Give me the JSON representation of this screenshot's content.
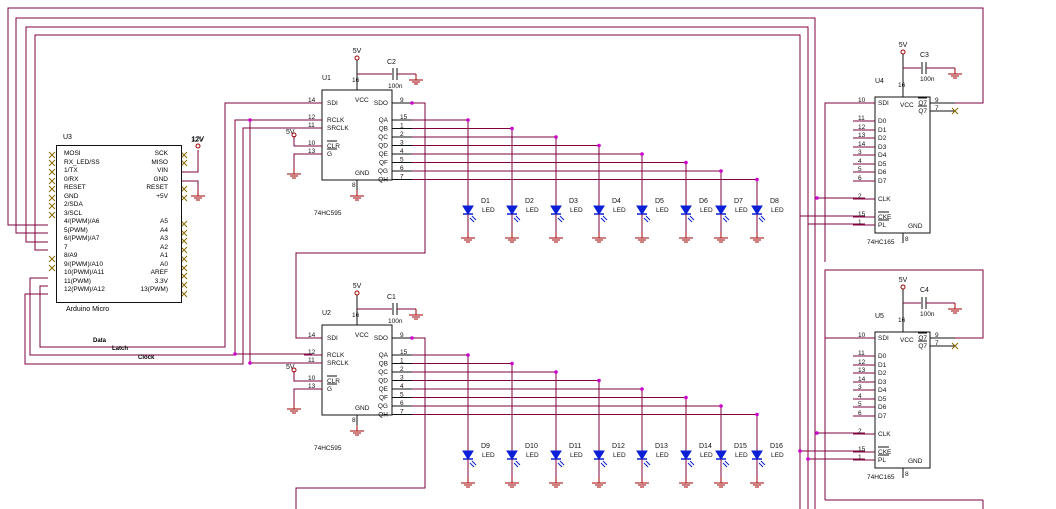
{
  "u3": {
    "ref": "U3",
    "name": "Arduino Micro",
    "left_pins": [
      "MOSI",
      "RX_LED/SS",
      "1/TX",
      "0/RX",
      "RESET",
      "GND",
      "2/SDA",
      "3/SCL",
      "4/(PWM)/A6",
      "5(PWM)",
      "6/(PWM)/A7",
      "7",
      "8/A9",
      "9/(PWM)/A10",
      "10(PWM)/A11",
      "11(PWM)",
      "12(PWM)/A12"
    ],
    "right_pins": [
      "SCK",
      "MISO",
      "VIN",
      "GND",
      "RESET",
      "+5V",
      "",
      "",
      "A5",
      "A4",
      "A3",
      "A2",
      "A1",
      "A0",
      "AREF",
      "3.3V",
      "13(PWM)"
    ],
    "supply": "12V"
  },
  "nets": {
    "data": "Data",
    "latch": "Latch",
    "clock": "Clock",
    "v5": "5V"
  },
  "hc595": [
    {
      "ref": "U1",
      "name": "74HC595",
      "cap": "C2",
      "cap_value": "100n"
    },
    {
      "ref": "U2",
      "name": "74HC595",
      "cap": "C1",
      "cap_value": "100n"
    }
  ],
  "hc595_pins": {
    "left": [
      {
        "num": "14",
        "name": "SDI"
      },
      {
        "num": "12",
        "name": "RCLK"
      },
      {
        "num": "11",
        "name": "SRCLK"
      },
      {
        "num": "10",
        "name": "CLR"
      },
      {
        "num": "13",
        "name": "G"
      }
    ],
    "right": [
      {
        "num": "9",
        "name": "SDO"
      },
      {
        "num": "15",
        "name": "QA"
      },
      {
        "num": "1",
        "name": "QB"
      },
      {
        "num": "2",
        "name": "QC"
      },
      {
        "num": "3",
        "name": "QD"
      },
      {
        "num": "4",
        "name": "QE"
      },
      {
        "num": "5",
        "name": "QF"
      },
      {
        "num": "6",
        "name": "QG"
      },
      {
        "num": "7",
        "name": "QH"
      }
    ],
    "vcc_num": "16",
    "vcc": "VCC",
    "gnd_num": "8",
    "gnd": "GND"
  },
  "hc165": [
    {
      "ref": "U4",
      "name": "74HC165",
      "cap": "C3",
      "cap_value": "100n"
    },
    {
      "ref": "U5",
      "name": "74HC165",
      "cap": "C4",
      "cap_value": "100n"
    }
  ],
  "hc165_pins": {
    "left": [
      {
        "num": "10",
        "name": "SDI"
      },
      {
        "num": "11",
        "name": "D0"
      },
      {
        "num": "12",
        "name": "D1"
      },
      {
        "num": "13",
        "name": "D2"
      },
      {
        "num": "14",
        "name": "D3"
      },
      {
        "num": "3",
        "name": "D4"
      },
      {
        "num": "4",
        "name": "D5"
      },
      {
        "num": "5",
        "name": "D6"
      },
      {
        "num": "6",
        "name": "D7"
      },
      {
        "num": "2",
        "name": "CLK"
      },
      {
        "num": "15",
        "name": "CKE"
      },
      {
        "num": "1",
        "name": "PL"
      }
    ],
    "right": [
      {
        "num": "9",
        "name": "Q7"
      },
      {
        "num": "7",
        "name": "Q7"
      }
    ],
    "vcc_num": "16",
    "vcc": "VCC",
    "gnd_num": "8",
    "gnd": "GND"
  },
  "leds_row1": [
    "D1",
    "D2",
    "D3",
    "D4",
    "D5",
    "D6",
    "D7",
    "D8"
  ],
  "leds_row2": [
    "D9",
    "D10",
    "D11",
    "D12",
    "D13",
    "D14",
    "D15",
    "D16"
  ],
  "led_value": "LED",
  "colors": {
    "wire": "#800040",
    "led": "#0a1fd6",
    "junction": "#cc00cc"
  }
}
